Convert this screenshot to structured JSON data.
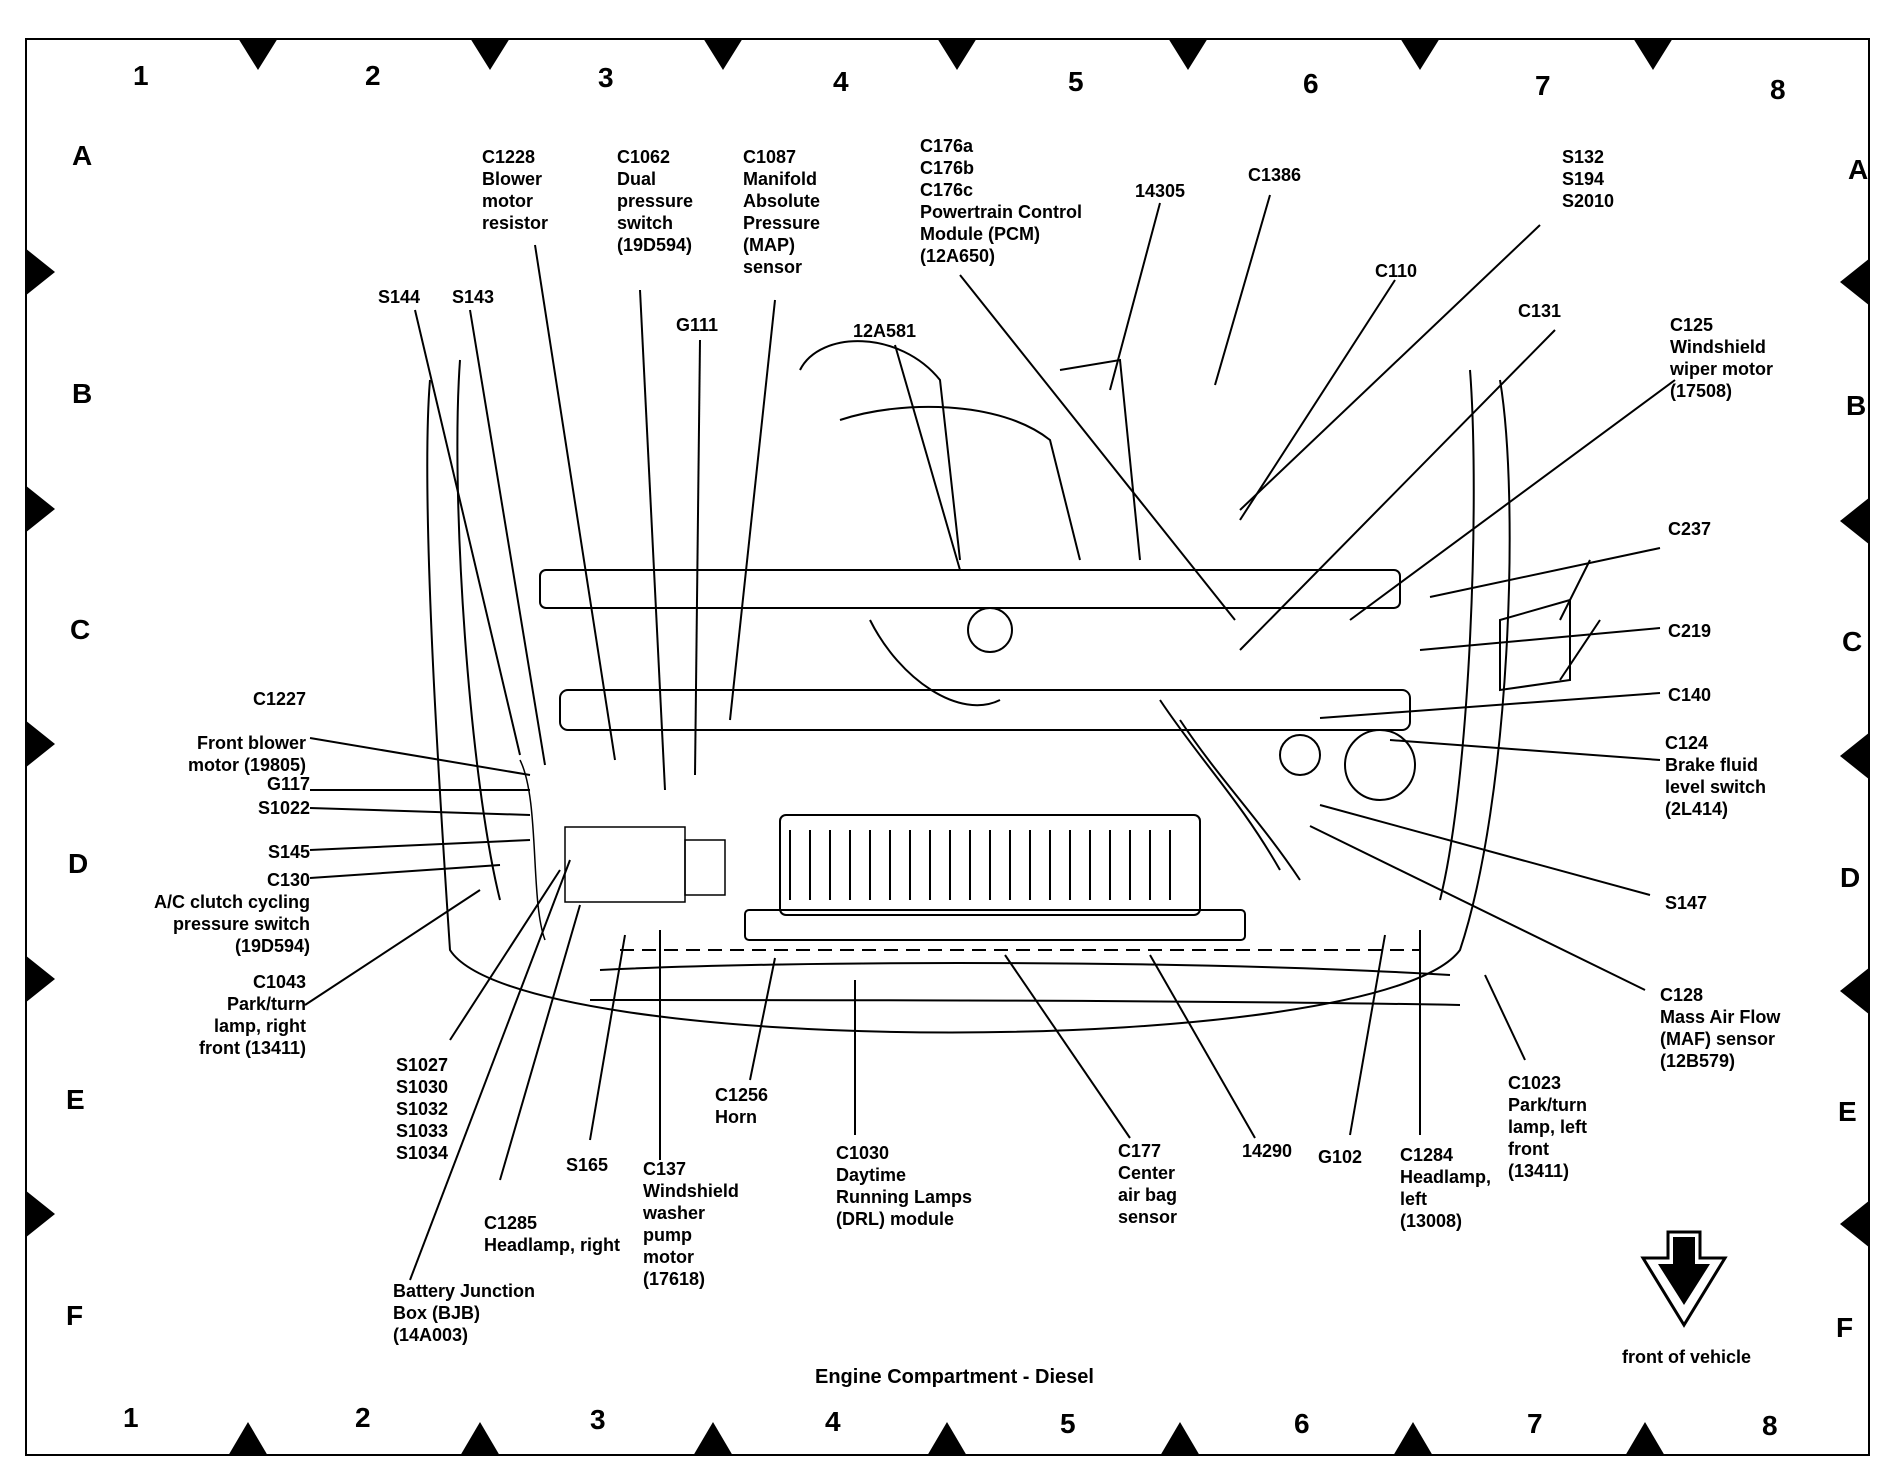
{
  "caption": "Engine Compartment - Diesel",
  "front_label": "front of vehicle",
  "grid": {
    "columns": [
      "1",
      "2",
      "3",
      "4",
      "5",
      "6",
      "7",
      "8"
    ],
    "rows": [
      "A",
      "B",
      "C",
      "D",
      "E",
      "F"
    ]
  },
  "callouts": {
    "c1228": "C1228\nBlower\nmotor\nresistor",
    "c1062": "C1062\nDual\npressure\nswitch\n(19D594)",
    "c1087": "C1087\nManifold\nAbsolute\nPressure\n(MAP)\nsensor",
    "c176": "C176a\nC176b\nC176c\nPowertrain Control\nModule (PCM)\n(12A650)",
    "n14305": "14305",
    "c1386": "C1386",
    "s132": "S132\nS194\nS2010",
    "c110": "C110",
    "c131": "C131",
    "c125": "C125\nWindshield\nwiper motor\n(17508)",
    "s144": "S144",
    "s143": "S143",
    "g111": "G111",
    "n12a581": "12A581",
    "c237": "C237",
    "c219": "C219",
    "c140": "C140",
    "c124": "C124\nBrake fluid\nlevel switch\n(2L414)",
    "s147": "S147",
    "c128": "C128\nMass Air Flow\n(MAF) sensor\n(12B579)",
    "c1227": "C1227\n\nFront blower\nmotor (19805)",
    "g117": "G117",
    "s1022": "S1022",
    "s145": "S145",
    "c130": "C130\nA/C clutch cycling\npressure switch\n(19D594)",
    "c1043": "C1043\nPark/turn\nlamp, right\nfront (13411)",
    "s1027": "S1027\nS1030\nS1032\nS1033\nS1034",
    "c1285": "C1285\nHeadlamp, right",
    "s165": "S165",
    "c137": "C137\nWindshield\nwasher\npump\nmotor\n(17618)",
    "bjb": "Battery Junction\nBox (BJB)\n(14A003)",
    "c1256": "C1256\nHorn",
    "c1030": "C1030\nDaytime\nRunning Lamps\n(DRL) module",
    "c177": "C177\nCenter\nair bag\nsensor",
    "n14290": "14290",
    "g102": "G102",
    "c1284": "C1284\nHeadlamp,\nleft\n(13008)",
    "c1023": "C1023\nPark/turn\nlamp, left\nfront\n(13411)"
  }
}
